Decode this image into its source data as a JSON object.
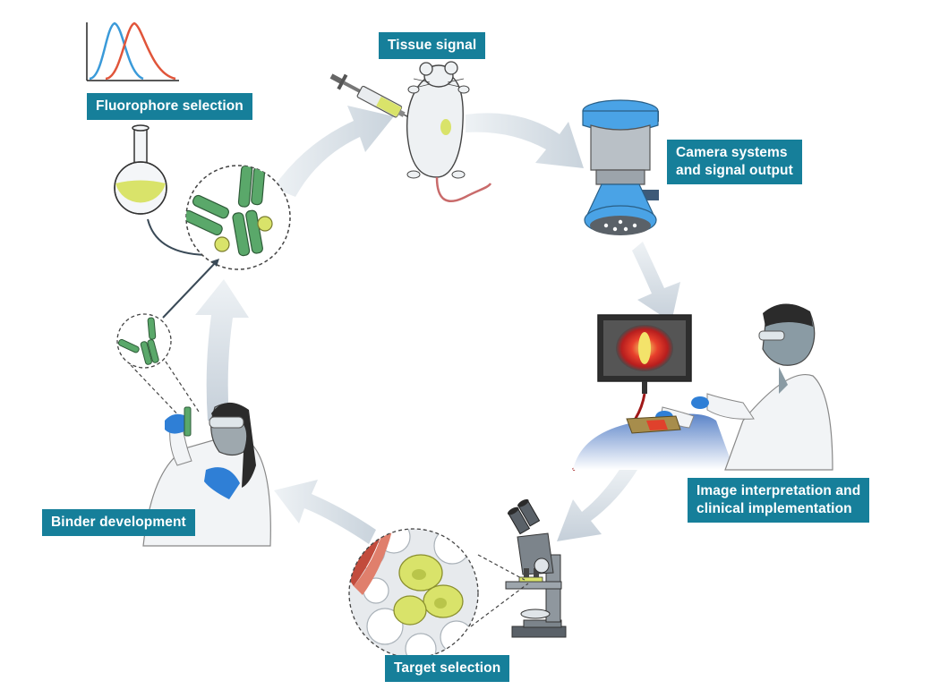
{
  "colors": {
    "label_bg": "#167f9a",
    "cycle_arrow": "#cfd8e0",
    "antibody_green": "#5aa86a",
    "fluorophore_yellow": "#d9e36a",
    "spectrum_blue": "#3a9ad9",
    "spectrum_red": "#e0553a",
    "glove_blue": "#2f7fd6",
    "camera_blue": "#4aa3e6"
  },
  "labels": {
    "fluorophore_selection": "Fluorophore selection",
    "tissue_signal": "Tissue signal",
    "camera_line1": "Camera systems",
    "camera_line2": "and signal output",
    "image_line1": "Image interpretation and",
    "image_line2": "clinical implementation",
    "target_selection": "Target selection",
    "binder_development": "Binder development"
  },
  "icons": {
    "spectrum": "emission-spectrum-icon",
    "flask": "flask-icon",
    "antibody_conjugate": "antibody-fluorophore-conjugate-icon",
    "antibody_small": "antibody-icon",
    "mouse": "mouse-icon",
    "syringe": "syringe-icon",
    "camera": "camera-icon",
    "monitor": "monitor-icon",
    "surgeon": "surgeon-icon",
    "microscope": "microscope-icon",
    "cells": "cells-icon",
    "scientist": "scientist-icon"
  }
}
